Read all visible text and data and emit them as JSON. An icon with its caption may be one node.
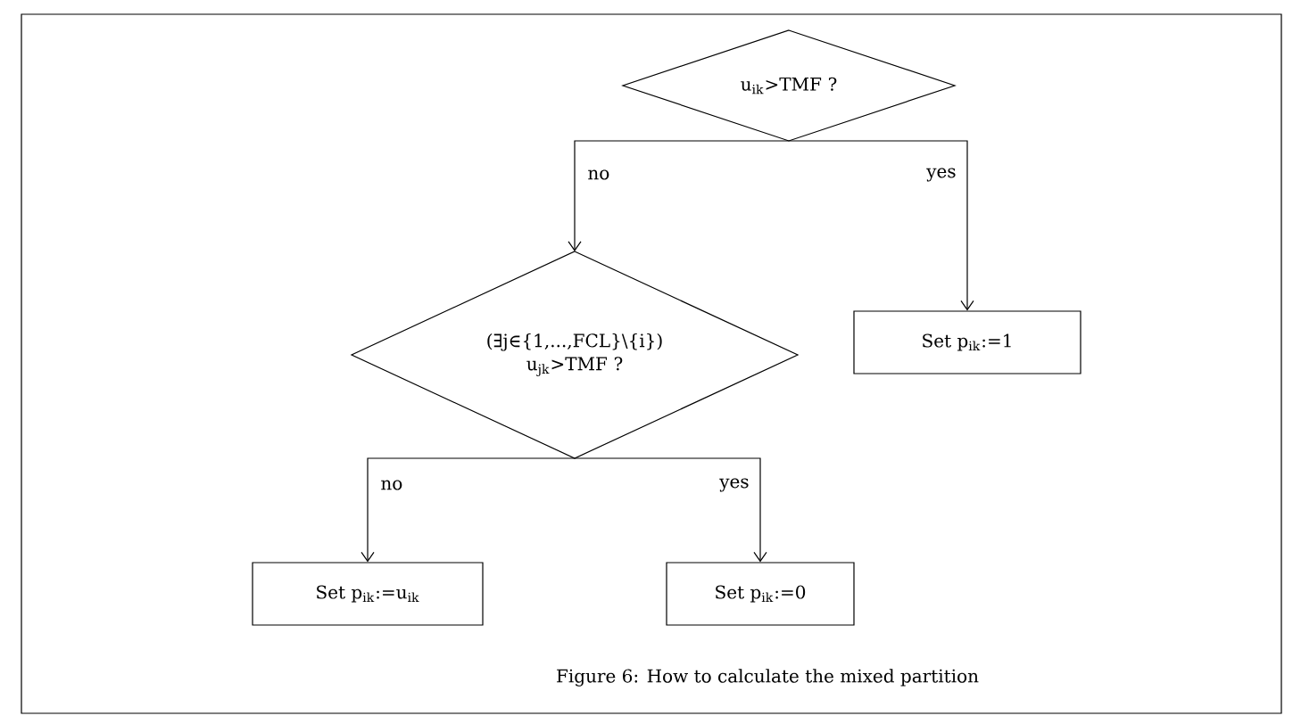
{
  "diagram": {
    "caption": "Figure 6: How to calculate the mixed partition",
    "nodes": [
      {
        "text": [
          "u$_{ik}$>TMF ?"
        ]
      },
      {
        "text": [
          "(∃j∈{1,...,FCL}\\{i}) u$_{jk}$>TMF ?"
        ]
      },
      {
        "text": [
          "Set p$_{ik}$:=1"
        ]
      },
      {
        "text": [
          "Set p$_{ik}$:=u$_{ik}$"
        ]
      },
      {
        "text": [
          "Set p$_{ik}$:=0"
        ]
      }
    ],
    "edges": [
      {
        "from": 0,
        "to": 1,
        "arrow": "to",
        "label": "no"
      },
      {
        "from": 0,
        "to": 2,
        "arrow": "to",
        "label": "yes"
      },
      {
        "from": 1,
        "to": 3,
        "arrow": "to",
        "label": "no"
      },
      {
        "from": 1,
        "to": 4,
        "arrow": "to",
        "label": "yes"
      }
    ]
  }
}
